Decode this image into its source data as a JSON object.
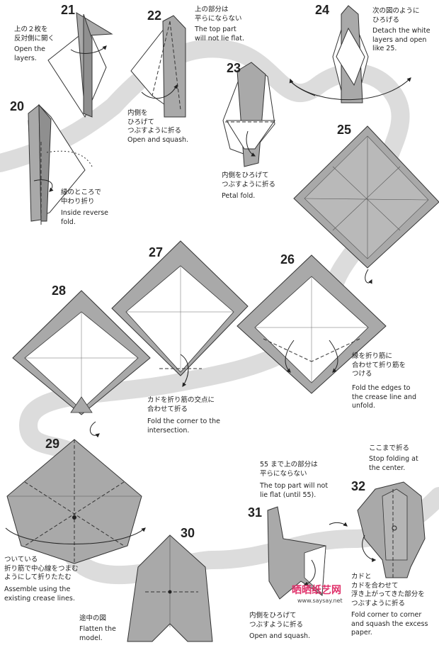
{
  "steps": {
    "s20": {
      "num": "20",
      "ja": "縁のところで\n中わり折り",
      "en": "Inside reverse\nfold."
    },
    "s21": {
      "num": "21",
      "ja": "上の２枚を\n反対側に開く",
      "en": "Open the\nlayers."
    },
    "s22": {
      "num": "22",
      "ja_top": "上の部分は\n平らにならない",
      "en_top": "The top part\nwill not lie flat.",
      "ja": "内側を\nひろげて\nつぶすように折る",
      "en": "Open and squash."
    },
    "s23": {
      "num": "23",
      "ja": "内側をひろげて\nつぶすように折る",
      "en": "Petal fold."
    },
    "s24": {
      "num": "24",
      "ja": "次の図のように\nひろげる",
      "en": "Detach the white\nlayers and open\nlike 25."
    },
    "s25": {
      "num": "25"
    },
    "s26": {
      "num": "26",
      "ja": "縁を折り筋に\n合わせて折り筋を\nつける",
      "en": "Fold the edges to\nthe crease line and\nunfold."
    },
    "s27": {
      "num": "27",
      "ja": "カドを折り筋の交点に\n合わせて折る",
      "en": "Fold the corner to the\nintersection."
    },
    "s28": {
      "num": "28"
    },
    "s29": {
      "num": "29",
      "ja": "ついている\n折り筋で中心線をつまむ\nようにして折りたたむ",
      "en": "Assemble using the\nexisting crease lines."
    },
    "s30": {
      "num": "30",
      "ja": "途中の図",
      "en": "Flatten the\nmodel."
    },
    "s31": {
      "num": "31",
      "ja_top": "55 まで上の部分は\n平らにならない",
      "en_top": "The top part will not\nlie flat (until 55).",
      "ja": "内側をひろげて\nつぶすように折る",
      "en": "Open and squash."
    },
    "s32": {
      "num": "32",
      "ja_top": "ここまで折る",
      "en_top": "Stop folding at\nthe center.",
      "ja": "カドと\nカドを合わせて\n浮き上がってきた部分を\nつぶすように折る",
      "en": "Fold corner to corner\nand squash the excess\npaper."
    }
  },
  "watermark": {
    "title": "晒晒纸艺网",
    "url": "www.saysay.net"
  },
  "colors": {
    "paper_grey": "#a9a9a9",
    "paper_white": "#ffffff",
    "path_band": "#d9d9d9",
    "line": "#333333"
  }
}
